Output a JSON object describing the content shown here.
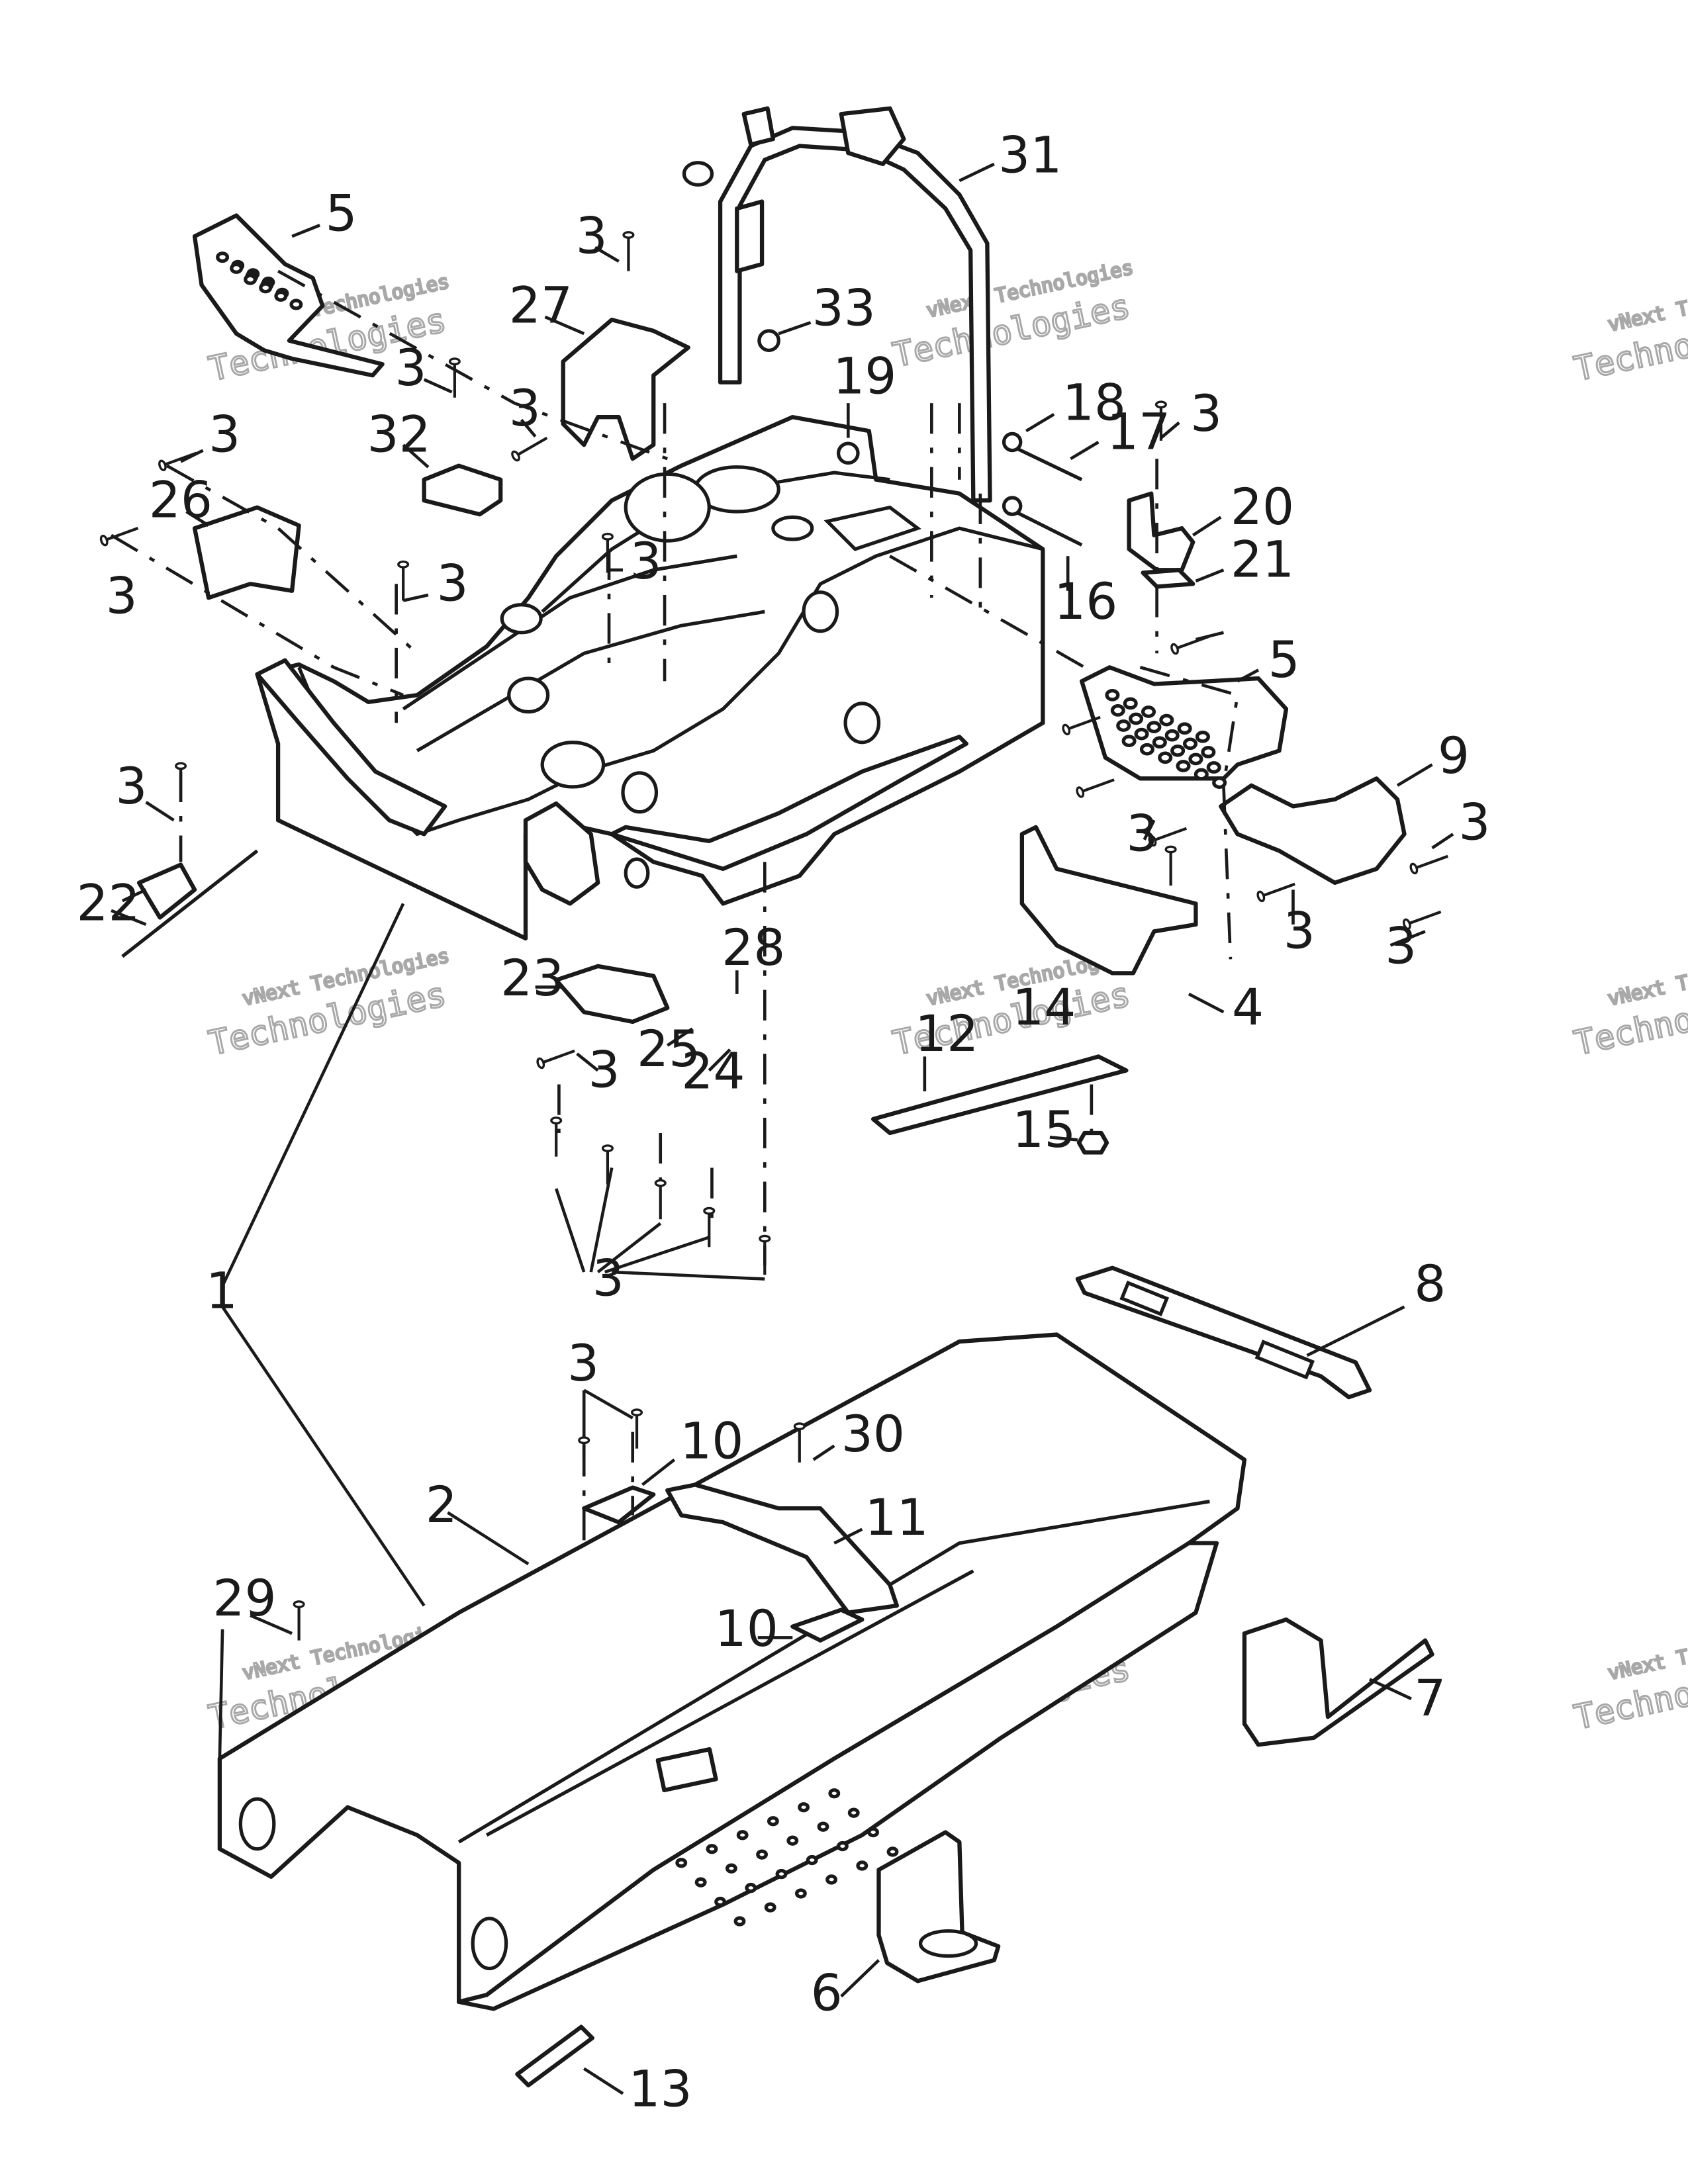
{
  "diagram": {
    "watermark": {
      "line1": "vNext Technologies",
      "line2": "Technologies"
    },
    "callouts": [
      {
        "id": "c31",
        "label": "31"
      },
      {
        "id": "c5a",
        "label": "5"
      },
      {
        "id": "c3a",
        "label": "3"
      },
      {
        "id": "c27",
        "label": "27"
      },
      {
        "id": "c33",
        "label": "33"
      },
      {
        "id": "c3b",
        "label": "3"
      },
      {
        "id": "c19",
        "label": "19"
      },
      {
        "id": "c18",
        "label": "18"
      },
      {
        "id": "c17",
        "label": "17"
      },
      {
        "id": "c3c",
        "label": "3"
      },
      {
        "id": "c3d",
        "label": "3"
      },
      {
        "id": "c32",
        "label": "32"
      },
      {
        "id": "c3e",
        "label": "3"
      },
      {
        "id": "c20",
        "label": "20"
      },
      {
        "id": "c26",
        "label": "26"
      },
      {
        "id": "c21",
        "label": "21"
      },
      {
        "id": "c3f",
        "label": "3"
      },
      {
        "id": "c3g",
        "label": "3"
      },
      {
        "id": "c16",
        "label": "16"
      },
      {
        "id": "c3h",
        "label": "3"
      },
      {
        "id": "c5b",
        "label": "5"
      },
      {
        "id": "c9",
        "label": "9"
      },
      {
        "id": "c3i",
        "label": "3"
      },
      {
        "id": "c3j",
        "label": "3"
      },
      {
        "id": "c3k",
        "label": "3"
      },
      {
        "id": "c22",
        "label": "22"
      },
      {
        "id": "c3l",
        "label": "3"
      },
      {
        "id": "c3m",
        "label": "3"
      },
      {
        "id": "c28",
        "label": "28"
      },
      {
        "id": "c23",
        "label": "23"
      },
      {
        "id": "c4",
        "label": "4"
      },
      {
        "id": "c14",
        "label": "14"
      },
      {
        "id": "c12",
        "label": "12"
      },
      {
        "id": "c25",
        "label": "25"
      },
      {
        "id": "c24",
        "label": "24"
      },
      {
        "id": "c3n",
        "label": "3"
      },
      {
        "id": "c15",
        "label": "15"
      },
      {
        "id": "c1",
        "label": "1"
      },
      {
        "id": "c3o",
        "label": "3"
      },
      {
        "id": "c8",
        "label": "8"
      },
      {
        "id": "c3p",
        "label": "3"
      },
      {
        "id": "c10a",
        "label": "10"
      },
      {
        "id": "c30",
        "label": "30"
      },
      {
        "id": "c2",
        "label": "2"
      },
      {
        "id": "c11",
        "label": "11"
      },
      {
        "id": "c29",
        "label": "29"
      },
      {
        "id": "c10b",
        "label": "10"
      },
      {
        "id": "c7",
        "label": "7"
      },
      {
        "id": "c6",
        "label": "6"
      },
      {
        "id": "c13",
        "label": "13"
      }
    ]
  }
}
